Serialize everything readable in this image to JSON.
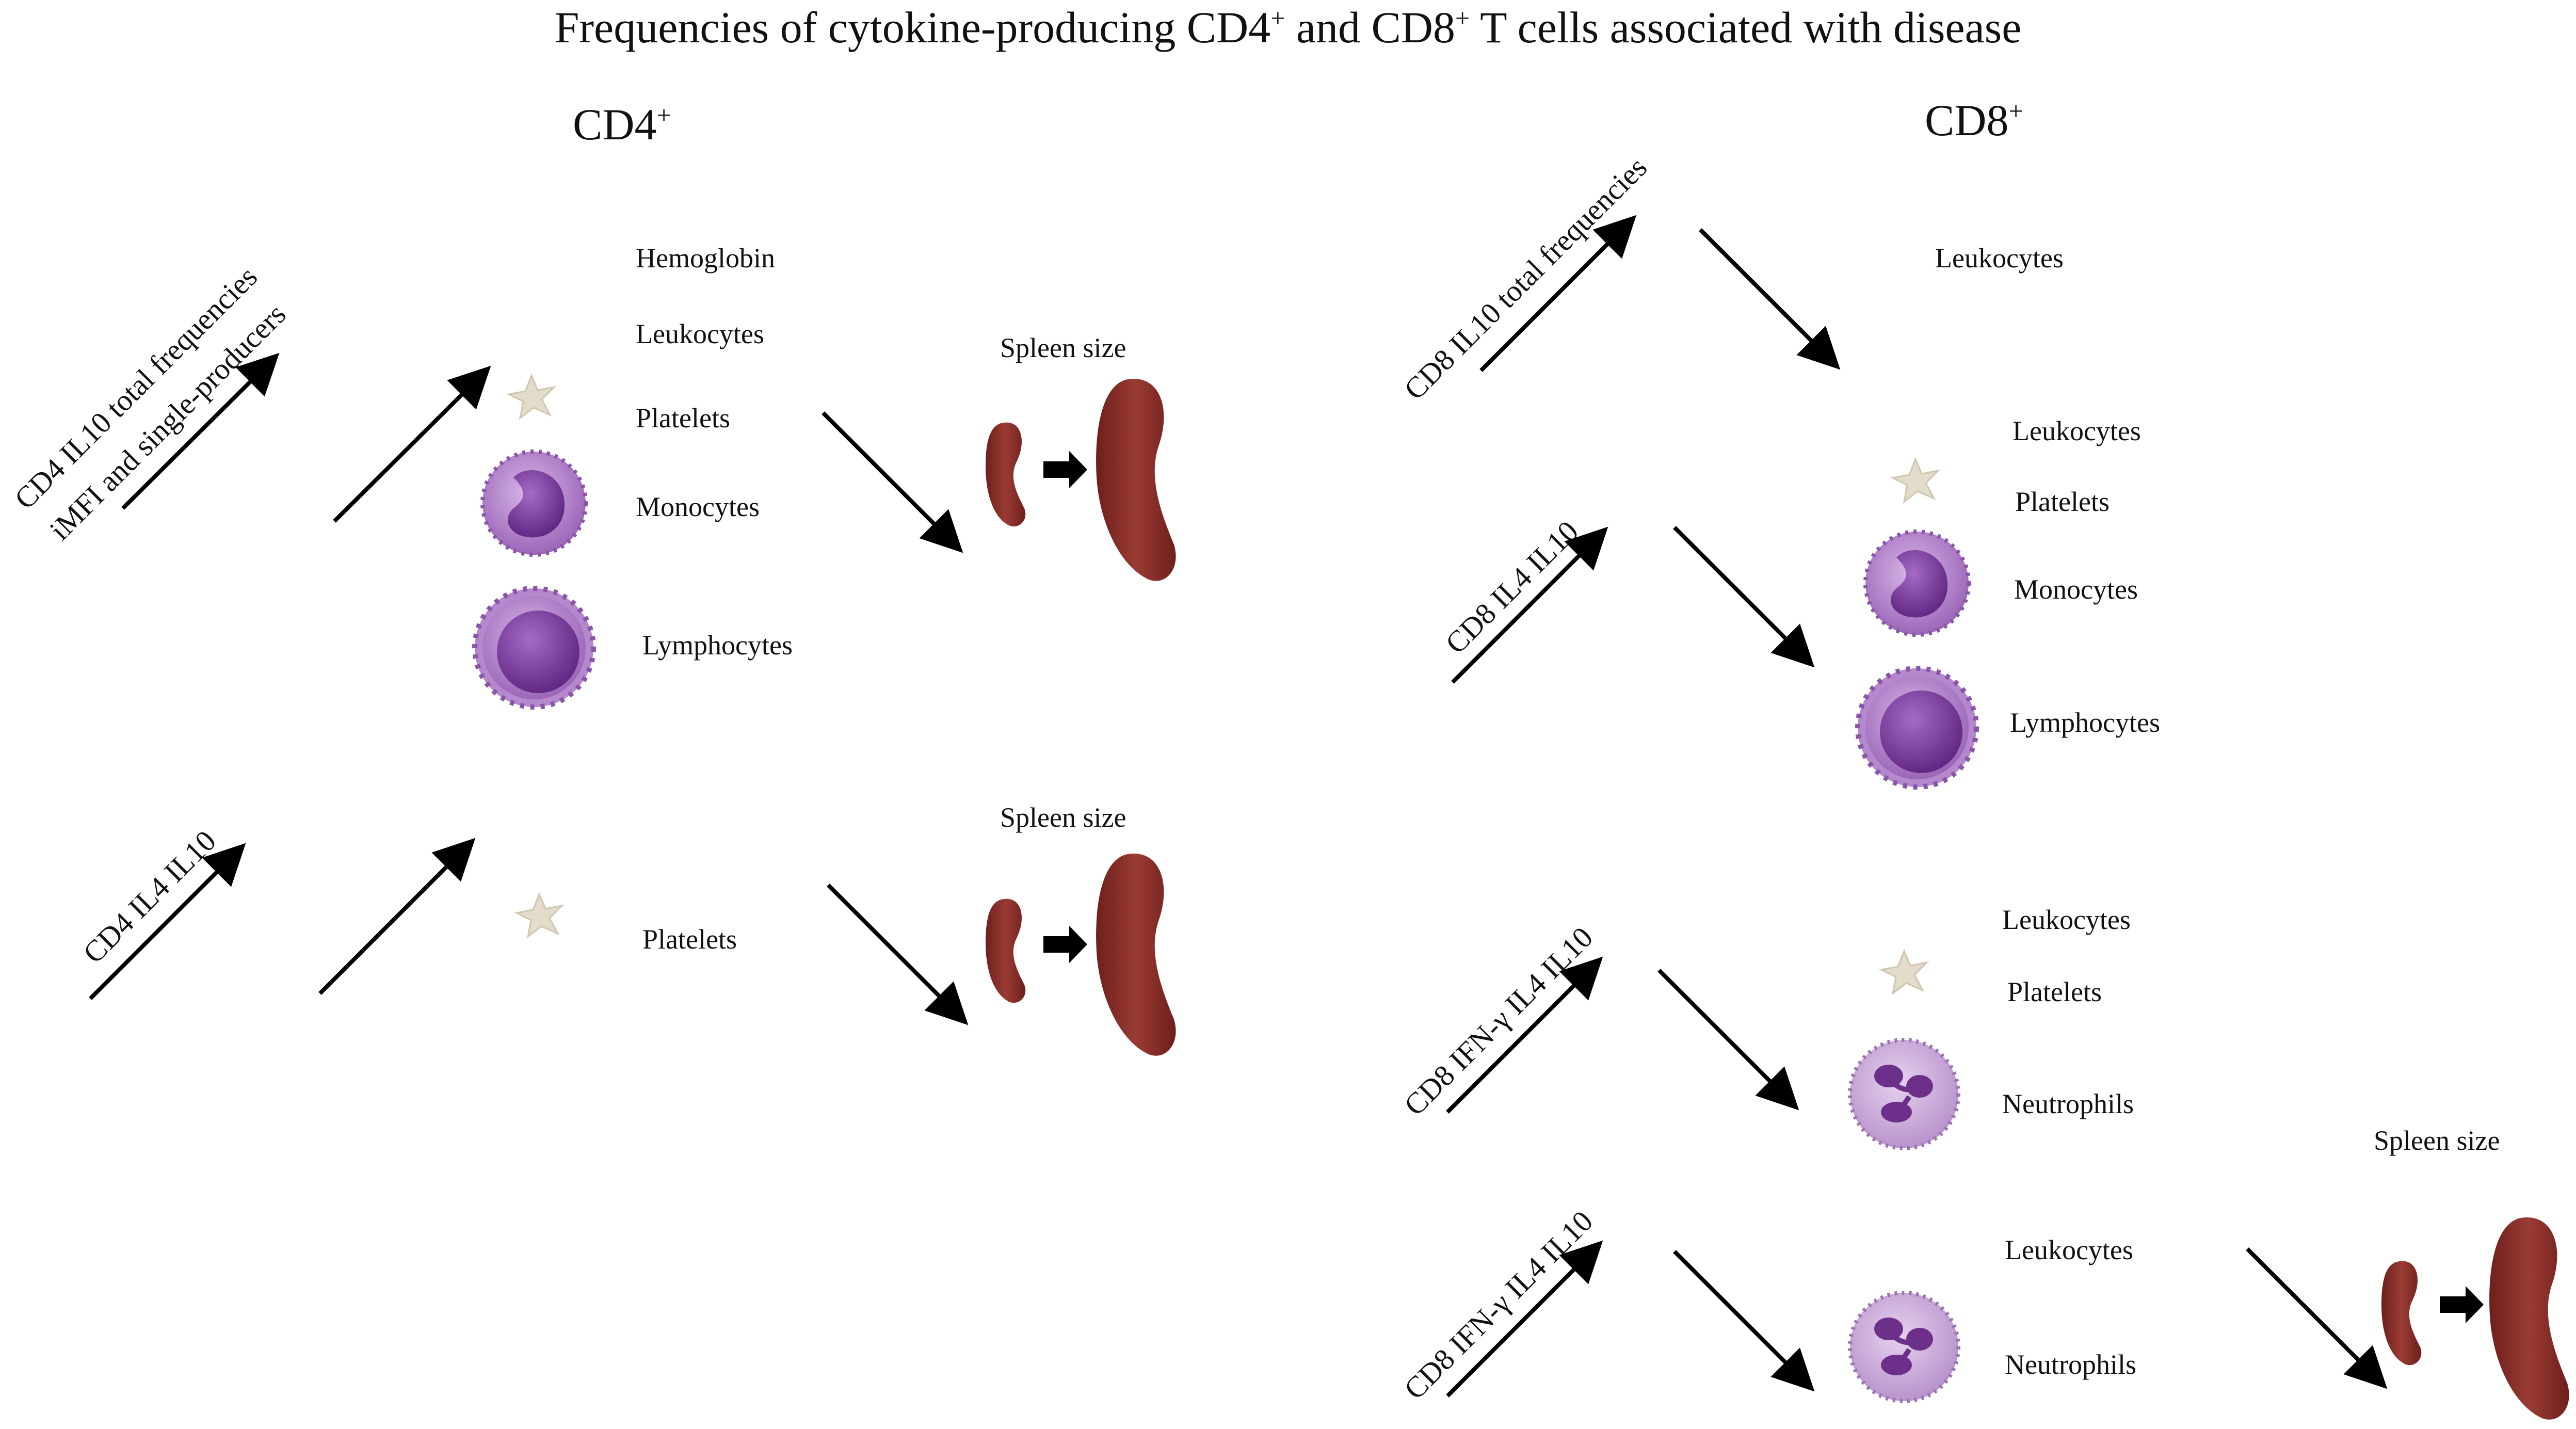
{
  "title": {
    "main": "Frequencies of cytokine-producing CD4",
    "sup1": "+",
    "mid": " and CD8",
    "sup2": "+",
    "tail": " T cells associated with disease"
  },
  "cd4_panel": {
    "heading": {
      "text": "CD4",
      "sup": "+"
    },
    "group1": {
      "marker_line1": "CD4 IL10 total frequencies",
      "marker_line2": "iMFI and single-producers",
      "cells": [
        "Hemoglobin",
        "Leukocytes",
        "Platelets",
        "Monocytes",
        "Lymphocytes"
      ],
      "spleen_label": "Spleen  size"
    },
    "group2": {
      "marker": "CD4 IL4 IL10",
      "cells": [
        "Platelets"
      ],
      "spleen_label": "Spleen  size"
    }
  },
  "cd8_panel": {
    "heading": {
      "text": "CD8",
      "sup": "+"
    },
    "group1": {
      "marker": "CD8 IL10 total frequencies",
      "cells": [
        "Leukocytes"
      ]
    },
    "group2": {
      "marker": "CD8 IL4 IL10",
      "cells": [
        "Leukocytes",
        "Platelets",
        "Monocytes",
        "Lymphocytes"
      ]
    },
    "group3": {
      "marker": "CD8 IFN-γ IL4 IL10",
      "cells": [
        "Leukocytes",
        "Platelets",
        "Neutrophils"
      ]
    },
    "group4": {
      "marker": "CD8 IFN-γ IL4 IL10",
      "cells": [
        "Leukocytes",
        "Neutrophils"
      ],
      "spleen_label": "Spleen  size"
    }
  },
  "colors": {
    "arrow": "#000000",
    "spleen": "#8e2f2a",
    "cell_purple": "#9b66b8",
    "nucleus": "#6c2f8a",
    "platelet": "#e3dccb"
  }
}
